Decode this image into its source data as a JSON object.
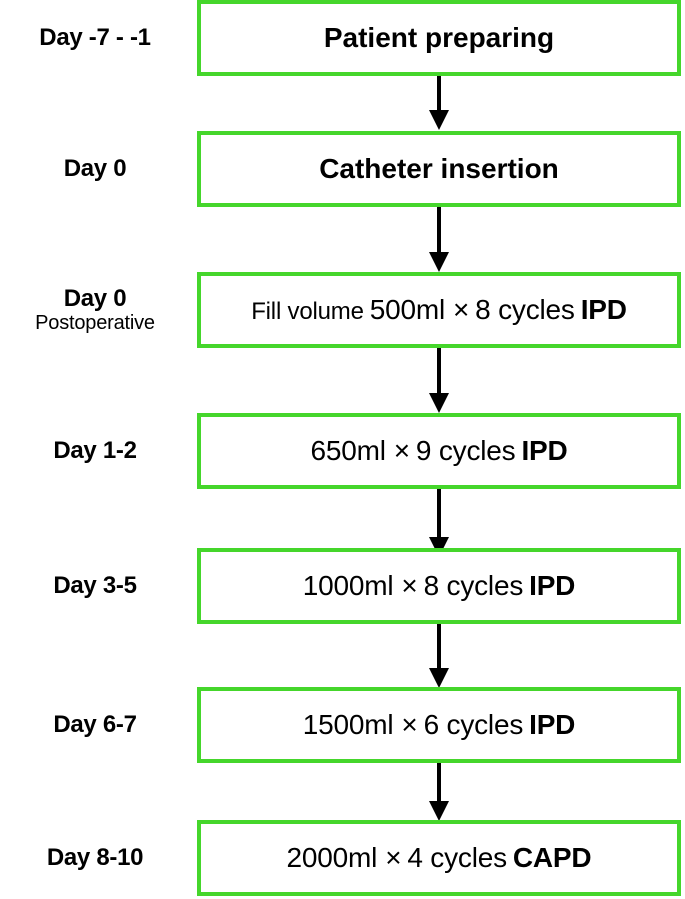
{
  "figure": {
    "type": "flowchart",
    "orientation": "vertical",
    "accent_color": "#45d62b",
    "arrow_color": "#000000",
    "background_color": "#ffffff"
  },
  "rows": [
    {
      "day": "Day -7 - -1",
      "day_sub": "",
      "box": {
        "kind": "title",
        "title": "Patient preparing",
        "lead": "",
        "volume": "",
        "times": "",
        "cycles": "",
        "modality": ""
      }
    },
    {
      "day": "Day 0",
      "day_sub": "",
      "box": {
        "kind": "title",
        "title": "Catheter insertion",
        "lead": "",
        "volume": "",
        "times": "",
        "cycles": "",
        "modality": ""
      }
    },
    {
      "day": "Day 0",
      "day_sub": "Postoperative",
      "box": {
        "kind": "prescription",
        "title": "",
        "lead": "Fill volume",
        "volume": "500ml",
        "times": "×",
        "cycles": "8 cycles",
        "modality": "IPD"
      }
    },
    {
      "day": "Day 1-2",
      "day_sub": "",
      "box": {
        "kind": "prescription",
        "title": "",
        "lead": "",
        "volume": "650ml",
        "times": "×",
        "cycles": "9 cycles",
        "modality": "IPD"
      }
    },
    {
      "day": "Day 3-5",
      "day_sub": "",
      "box": {
        "kind": "prescription",
        "title": "",
        "lead": "",
        "volume": "1000ml",
        "times": "×",
        "cycles": "8 cycles",
        "modality": "IPD"
      }
    },
    {
      "day": "Day 6-7",
      "day_sub": "",
      "box": {
        "kind": "prescription",
        "title": "",
        "lead": "",
        "volume": "1500ml",
        "times": "×",
        "cycles": "6 cycles",
        "modality": "IPD"
      }
    },
    {
      "day": "Day 8-10",
      "day_sub": "",
      "box": {
        "kind": "prescription",
        "title": "",
        "lead": "",
        "volume": "2000ml",
        "times": "×",
        "cycles": "4 cycles",
        "modality": "CAPD"
      }
    }
  ]
}
